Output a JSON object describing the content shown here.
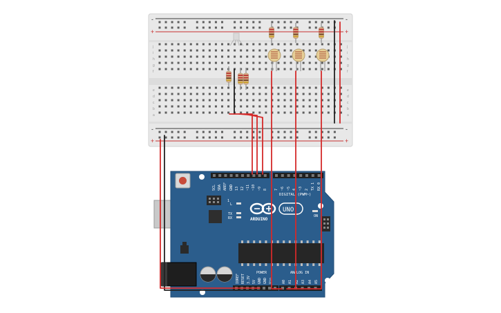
{
  "board": {
    "brand": "ARDUINO",
    "model": "UNO",
    "digital_label": "DIGITAL (PWM~)",
    "power_label": "POWER",
    "analog_label": "ANALOG IN",
    "on_label": "ON",
    "tx_label": "TX",
    "rx_label": "RX",
    "l_label": "L",
    "pin_1": "1",
    "header_top": [
      "SCL",
      "SDA",
      "AREF",
      "GND",
      "13",
      "12",
      "~11",
      "~10",
      "~9",
      "8",
      "7",
      "~6",
      "~5",
      "4",
      "~3",
      "2",
      "TX 1",
      "RX 0"
    ],
    "header_bottom": [
      "IOREF",
      "RESET",
      "3.3V",
      "5V",
      "GND",
      "GND",
      "Vin",
      "A0",
      "A1",
      "A2",
      "A3",
      "A4",
      "A5"
    ]
  },
  "breadboard": {
    "plus": "+",
    "minus": "-",
    "row_letters_top": [
      "j",
      "i",
      "h",
      "g",
      "f"
    ],
    "row_letters_bottom": [
      "e",
      "d",
      "c",
      "b",
      "a"
    ]
  },
  "colors": {
    "wire_red": "#d42a2a",
    "wire_black": "#222222",
    "board_blue": "#2b5d8c",
    "breadboard": "#e9e9e9"
  }
}
